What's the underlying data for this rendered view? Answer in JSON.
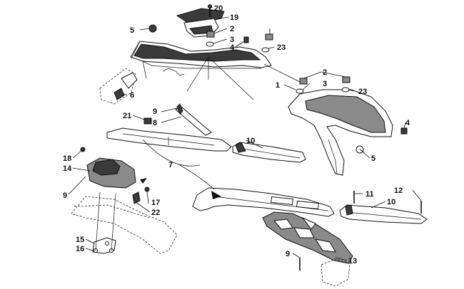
{
  "callouts": [
    {
      "id": "c20",
      "text": "20"
    },
    {
      "id": "c19",
      "text": "19"
    },
    {
      "id": "c5a",
      "text": "5"
    },
    {
      "id": "c2a",
      "text": "2"
    },
    {
      "id": "c3a",
      "text": "3"
    },
    {
      "id": "c4a",
      "text": "4"
    },
    {
      "id": "c23a",
      "text": "23"
    },
    {
      "id": "c1",
      "text": "1"
    },
    {
      "id": "c2b",
      "text": "2"
    },
    {
      "id": "c3b",
      "text": "3"
    },
    {
      "id": "c23b",
      "text": "23"
    },
    {
      "id": "c6",
      "text": "6"
    },
    {
      "id": "c9a",
      "text": "9"
    },
    {
      "id": "c8",
      "text": "8"
    },
    {
      "id": "c21",
      "text": "21"
    },
    {
      "id": "c4b",
      "text": "4"
    },
    {
      "id": "c10a",
      "text": "10"
    },
    {
      "id": "c5b",
      "text": "5"
    },
    {
      "id": "c18",
      "text": "18"
    },
    {
      "id": "c14",
      "text": "14"
    },
    {
      "id": "c7",
      "text": "7"
    },
    {
      "id": "c9b",
      "text": "9"
    },
    {
      "id": "c17",
      "text": "17"
    },
    {
      "id": "c22",
      "text": "22"
    },
    {
      "id": "c11",
      "text": "11"
    },
    {
      "id": "c12",
      "text": "12"
    },
    {
      "id": "c10b",
      "text": "10"
    },
    {
      "id": "c15",
      "text": "15"
    },
    {
      "id": "c16",
      "text": "16"
    },
    {
      "id": "c9c",
      "text": "9"
    },
    {
      "id": "c13",
      "text": "13"
    }
  ]
}
